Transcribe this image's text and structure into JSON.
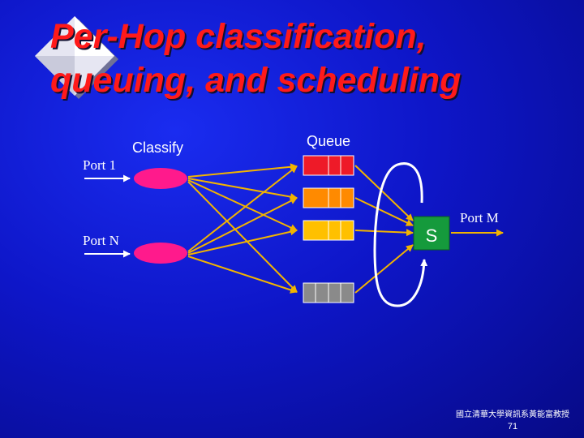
{
  "slide": {
    "title_line1": "Per-Hop classification,",
    "title_line2": "queuing, and scheduling",
    "colors": {
      "background": "#0e16c8",
      "title": "#ff1a1a",
      "arrow": "#f2b400",
      "classifier": "#ff1a8c",
      "scheduler": "#159a3c"
    }
  },
  "diagram": {
    "classify_label": "Classify",
    "queue_label": "Queue",
    "inputs": [
      {
        "label": "Port 1"
      },
      {
        "label": "Port N"
      }
    ],
    "queues": [
      {
        "name": "queue-red",
        "color": "#ee1a28"
      },
      {
        "name": "queue-orange",
        "color": "#ff8a00"
      },
      {
        "name": "queue-yellow",
        "color": "#ffc000"
      },
      {
        "name": "queue-gray",
        "color": "#8a8a8a"
      }
    ],
    "scheduler_label": "S",
    "output_label": "Port M"
  },
  "footer": {
    "institution": "國立清華大學資訊系黃能富教授",
    "page_number": "71"
  }
}
